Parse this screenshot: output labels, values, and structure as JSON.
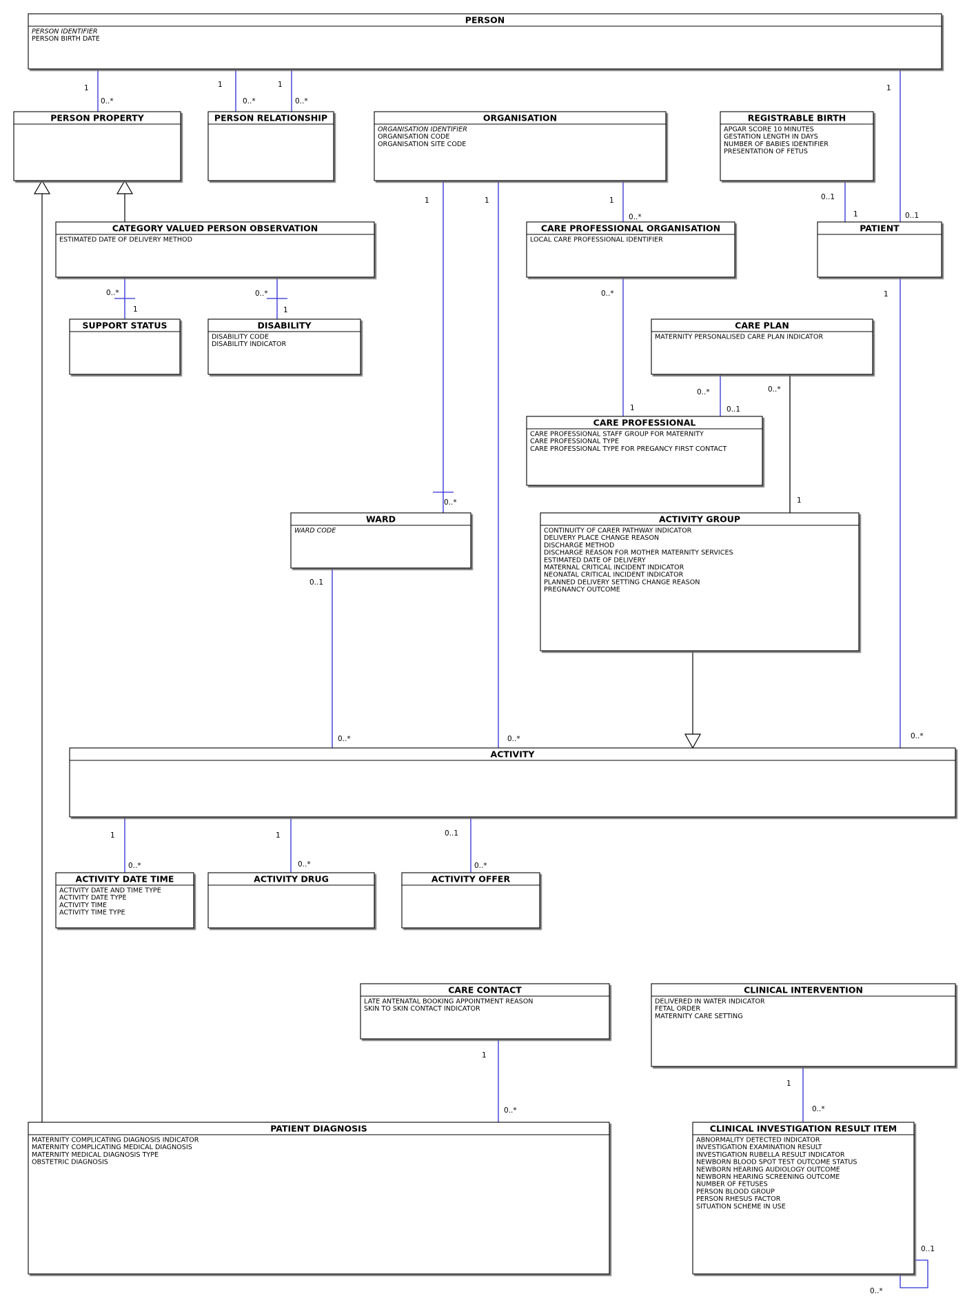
{
  "entities": [
    {
      "key": "person",
      "name": "PERSON",
      "attributes": [
        {
          "text": "PERSON IDENTIFIER",
          "identifier": true
        },
        {
          "text": "PERSON BIRTH DATE"
        }
      ]
    },
    {
      "key": "person_property",
      "name": "PERSON PROPERTY",
      "attributes": []
    },
    {
      "key": "person_relationship",
      "name": "PERSON RELATIONSHIP",
      "attributes": []
    },
    {
      "key": "organisation",
      "name": "ORGANISATION",
      "attributes": [
        {
          "text": "ORGANISATION IDENTIFIER",
          "identifier": true
        },
        {
          "text": "ORGANISATION CODE"
        },
        {
          "text": "ORGANISATION SITE CODE"
        }
      ]
    },
    {
      "key": "registrable_birth",
      "name": "REGISTRABLE BIRTH",
      "attributes": [
        {
          "text": "APGAR SCORE 10 MINUTES"
        },
        {
          "text": "GESTATION LENGTH IN DAYS"
        },
        {
          "text": "NUMBER OF BABIES IDENTIFIER"
        },
        {
          "text": "PRESENTATION OF FETUS"
        }
      ]
    },
    {
      "key": "category_valued_person_observation",
      "name": "CATEGORY VALUED PERSON OBSERVATION",
      "attributes": [
        {
          "text": "ESTIMATED DATE OF DELIVERY METHOD"
        }
      ]
    },
    {
      "key": "care_professional_organisation",
      "name": "CARE PROFESSIONAL ORGANISATION",
      "attributes": [
        {
          "text": "LOCAL CARE PROFESSIONAL IDENTIFIER"
        }
      ]
    },
    {
      "key": "patient",
      "name": "PATIENT",
      "attributes": []
    },
    {
      "key": "support_status",
      "name": "SUPPORT STATUS",
      "attributes": []
    },
    {
      "key": "disability",
      "name": "DISABILITY",
      "attributes": [
        {
          "text": "DISABILITY CODE"
        },
        {
          "text": "DISABILITY INDICATOR"
        }
      ]
    },
    {
      "key": "care_plan",
      "name": "CARE PLAN",
      "attributes": [
        {
          "text": "MATERNITY PERSONALISED CARE PLAN INDICATOR"
        }
      ]
    },
    {
      "key": "care_professional",
      "name": "CARE PROFESSIONAL",
      "attributes": [
        {
          "text": "CARE PROFESSIONAL STAFF GROUP FOR MATERNITY"
        },
        {
          "text": "CARE PROFESSIONAL TYPE"
        },
        {
          "text": "CARE PROFESSIONAL TYPE FOR PREGANCY FIRST CONTACT"
        }
      ]
    },
    {
      "key": "ward",
      "name": "WARD",
      "attributes": [
        {
          "text": "WARD CODE",
          "identifier": true
        }
      ]
    },
    {
      "key": "activity_group",
      "name": "ACTIVITY GROUP",
      "attributes": [
        {
          "text": "CONTINUITY OF CARER PATHWAY INDICATOR"
        },
        {
          "text": "DELIVERY PLACE CHANGE REASON"
        },
        {
          "text": "DISCHARGE METHOD"
        },
        {
          "text": "DISCHARGE REASON FOR MOTHER MATERNITY SERVICES"
        },
        {
          "text": "ESTIMATED DATE OF DELIVERY"
        },
        {
          "text": "MATERNAL CRITICAL INCIDENT INDICATOR"
        },
        {
          "text": "NEONATAL CRITICAL INCIDENT INDICATOR"
        },
        {
          "text": "PLANNED DELIVERY SETTING CHANGE REASON"
        },
        {
          "text": "PREGNANCY OUTCOME"
        }
      ]
    },
    {
      "key": "activity",
      "name": "ACTIVITY",
      "attributes": []
    },
    {
      "key": "activity_date_time",
      "name": "ACTIVITY DATE TIME",
      "attributes": [
        {
          "text": "ACTIVITY DATE AND TIME TYPE"
        },
        {
          "text": "ACTIVITY DATE TYPE"
        },
        {
          "text": "ACTIVITY TIME"
        },
        {
          "text": "ACTIVITY TIME TYPE"
        }
      ]
    },
    {
      "key": "activity_drug",
      "name": "ACTIVITY DRUG",
      "attributes": []
    },
    {
      "key": "activity_offer",
      "name": "ACTIVITY OFFER",
      "attributes": []
    },
    {
      "key": "care_contact",
      "name": "CARE CONTACT",
      "attributes": [
        {
          "text": "LATE ANTENATAL BOOKING APPOINTMENT REASON"
        },
        {
          "text": "SKIN TO SKIN CONTACT INDICATOR"
        }
      ]
    },
    {
      "key": "clinical_intervention",
      "name": "CLINICAL INTERVENTION",
      "attributes": [
        {
          "text": "DELIVERED IN WATER INDICATOR"
        },
        {
          "text": "FETAL ORDER"
        },
        {
          "text": "MATERNITY CARE SETTING"
        }
      ]
    },
    {
      "key": "patient_diagnosis",
      "name": "PATIENT DIAGNOSIS",
      "attributes": [
        {
          "text": "MATERNITY COMPLICATING DIAGNOSIS INDICATOR"
        },
        {
          "text": "MATERNITY COMPLICATING MEDICAL DIAGNOSIS"
        },
        {
          "text": "MATERNITY MEDICAL DIAGNOSIS TYPE"
        },
        {
          "text": "OBSTETRIC DIAGNOSIS"
        }
      ]
    },
    {
      "key": "clinical_investigation_result_item",
      "name": "CLINICAL INVESTIGATION RESULT ITEM",
      "attributes": [
        {
          "text": "ABNORMALITY DETECTED INDICATOR"
        },
        {
          "text": "INVESTIGATION EXAMINATION RESULT"
        },
        {
          "text": "INVESTIGATION RUBELLA RESULT INDICATOR"
        },
        {
          "text": "NEWBORN BLOOD SPOT TEST OUTCOME STATUS"
        },
        {
          "text": "NEWBORN HEARING AUDIOLOGY OUTCOME"
        },
        {
          "text": "NEWBORN HEARING SCREENING OUTCOME"
        },
        {
          "text": "NUMBER OF FETUSES"
        },
        {
          "text": "PERSON BLOOD GROUP"
        },
        {
          "text": "PERSON RHESUS FACTOR"
        },
        {
          "text": "SITUATION SCHEME IN USE"
        }
      ]
    }
  ],
  "relationships": [
    {
      "key": "person-person_property",
      "from": "person",
      "to": "person_property",
      "from_mult": "1",
      "to_mult": "0..*"
    },
    {
      "key": "person-person_relationship-a",
      "from": "person",
      "to": "person_relationship",
      "from_mult": "1",
      "to_mult": "0..*"
    },
    {
      "key": "person-person_relationship-b",
      "from": "person",
      "to": "person_relationship",
      "from_mult": "1",
      "to_mult": "0..*"
    },
    {
      "key": "person-patient",
      "from": "person",
      "to": "patient",
      "from_mult": "1",
      "to_mult": "0..1"
    },
    {
      "key": "organisation-care_professional_organisation",
      "from": "organisation",
      "to": "care_professional_organisation",
      "from_mult": "1",
      "to_mult": "0..*"
    },
    {
      "key": "organisation-ward",
      "from": "organisation",
      "to": "ward",
      "from_mult": "1",
      "to_mult": "0..*"
    },
    {
      "key": "organisation-activity",
      "from": "organisation",
      "to": "activity",
      "from_mult": "1",
      "to_mult": "0..*"
    },
    {
      "key": "registrable_birth-patient",
      "from": "registrable_birth",
      "to": "patient",
      "from_mult": "0..1",
      "to_mult": "1"
    },
    {
      "key": "category_valued_person_observation-support_status",
      "from": "category_valued_person_observation",
      "to": "support_status",
      "from_mult": "0..*",
      "to_mult": "1"
    },
    {
      "key": "category_valued_person_observation-disability",
      "from": "category_valued_person_observation",
      "to": "disability",
      "from_mult": "0..*",
      "to_mult": "1"
    },
    {
      "key": "care_professional_organisation-care_professional",
      "from": "care_professional_organisation",
      "to": "care_professional",
      "from_mult": "0..*",
      "to_mult": "1"
    },
    {
      "key": "care_plan-care_professional",
      "from": "care_plan",
      "to": "care_professional",
      "from_mult": "0..*",
      "to_mult": "0..1"
    },
    {
      "key": "care_plan-activity_group",
      "from": "care_plan",
      "to": "activity_group",
      "from_mult": "0..*",
      "to_mult": "1"
    },
    {
      "key": "patient-activity",
      "from": "patient",
      "to": "activity",
      "from_mult": "1",
      "to_mult": "0..*"
    },
    {
      "key": "ward-activity",
      "from": "ward",
      "to": "activity",
      "from_mult": "0..1",
      "to_mult": "0..*"
    },
    {
      "key": "activity-activity_date_time",
      "from": "activity",
      "to": "activity_date_time",
      "from_mult": "1",
      "to_mult": "0..*"
    },
    {
      "key": "activity-activity_drug",
      "from": "activity",
      "to": "activity_drug",
      "from_mult": "1",
      "to_mult": "0..*"
    },
    {
      "key": "activity-activity_offer",
      "from": "activity",
      "to": "activity_offer",
      "from_mult": "0..1",
      "to_mult": "0..*"
    },
    {
      "key": "care_contact-patient_diagnosis",
      "from": "care_contact",
      "to": "patient_diagnosis",
      "from_mult": "1",
      "to_mult": "0..*"
    },
    {
      "key": "clinical_intervention-clinical_investigation_result_item",
      "from": "clinical_intervention",
      "to": "clinical_investigation_result_item",
      "from_mult": "1",
      "to_mult": "0..*"
    },
    {
      "key": "clinical_investigation_result_item-self",
      "from": "clinical_investigation_result_item",
      "to": "clinical_investigation_result_item",
      "from_mult": "0..1",
      "to_mult": "0..*"
    }
  ],
  "generalizations": [
    {
      "key": "patient_diagnosis-person_property",
      "child": "patient_diagnosis",
      "parent": "person_property"
    },
    {
      "key": "category_valued_person_observation-person_property",
      "child": "category_valued_person_observation",
      "parent": "person_property"
    },
    {
      "key": "activity-activity_group",
      "child": "activity",
      "parent": "activity_group"
    }
  ]
}
